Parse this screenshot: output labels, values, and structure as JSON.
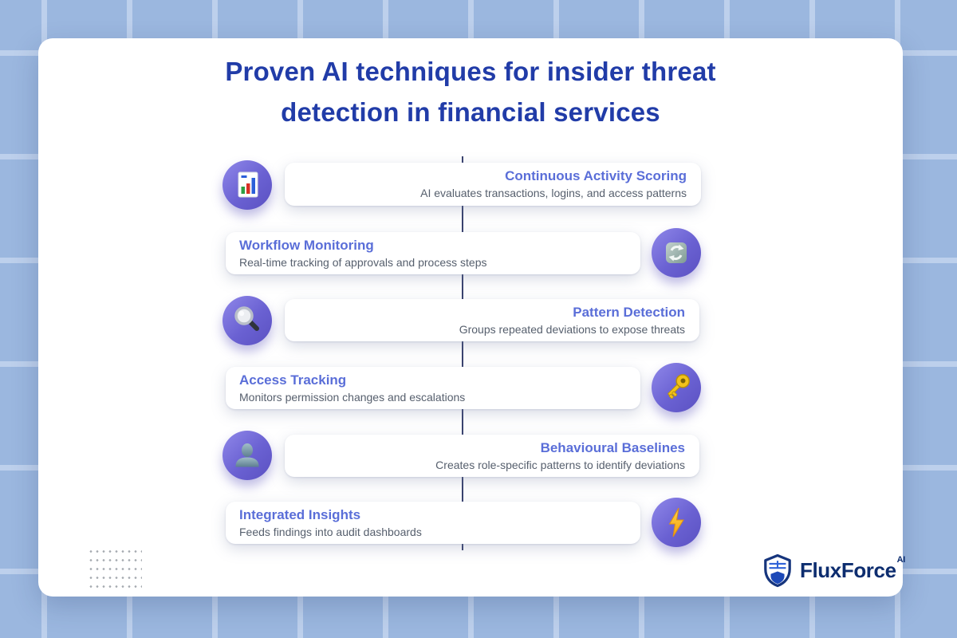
{
  "title": {
    "line1": "Proven AI techniques for insider threat",
    "line2": "detection in financial services"
  },
  "items": [
    {
      "heading": "Continuous Activity Scoring",
      "description": "AI evaluates transactions, logins, and access patterns",
      "side": "right-card",
      "icon": "bar-chart-icon"
    },
    {
      "heading": "Workflow Monitoring",
      "description": "Real-time tracking of approvals and process steps",
      "side": "left-card",
      "icon": "refresh-arrows-icon"
    },
    {
      "heading": "Pattern Detection",
      "description": "Groups repeated deviations to expose threats",
      "side": "right-card",
      "icon": "magnifier-icon"
    },
    {
      "heading": "Access Tracking",
      "description": "Monitors permission changes and escalations",
      "side": "left-card",
      "icon": "key-icon"
    },
    {
      "heading": "Behavioural Baselines",
      "description": "Creates role-specific patterns to identify deviations",
      "side": "right-card",
      "icon": "person-silhouette-icon"
    },
    {
      "heading": "Integrated Insights",
      "description": "Feeds findings into audit dashboards",
      "side": "left-card",
      "icon": "lightning-bolt-icon"
    }
  ],
  "brand": {
    "name": "FluxForce",
    "suffix": "AI",
    "logo_icon": "shield-logo-icon"
  },
  "colors": {
    "background_blue": "#9bb7df",
    "grid_line": "#bdd0ec",
    "card_white": "#ffffff",
    "title_blue": "#213ca8",
    "heading_indigo": "#5a6ed8",
    "description_gray": "#565f6d",
    "timeline_line": "#39426e",
    "icon_circle_gradient_start": "#8a82e6",
    "icon_circle_gradient_end": "#5b51c2",
    "brand_navy": "#0d2d6f"
  }
}
